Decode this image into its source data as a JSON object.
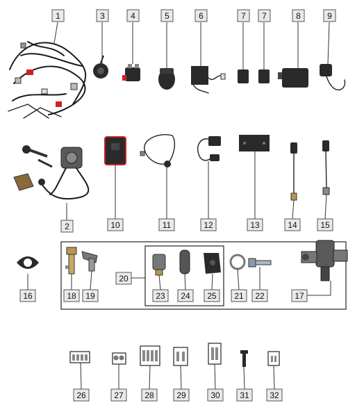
{
  "diagram": {
    "labels": [
      "1",
      "2",
      "3",
      "4",
      "5",
      "6",
      "7",
      "7",
      "8",
      "9",
      "10",
      "11",
      "12",
      "13",
      "14",
      "15",
      "16",
      "17",
      "18",
      "19",
      "20",
      "21",
      "22",
      "23",
      "24",
      "25",
      "26",
      "27",
      "28",
      "29",
      "30",
      "31",
      "32"
    ]
  }
}
